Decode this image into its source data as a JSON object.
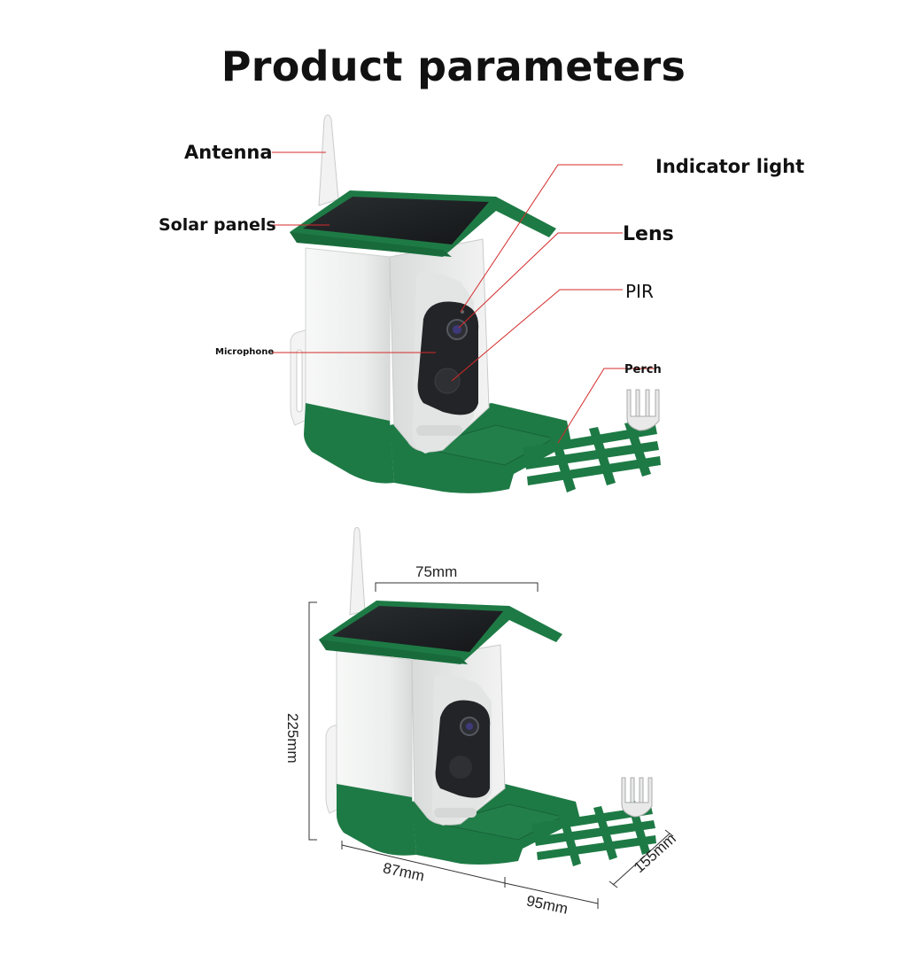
{
  "title": "Product parameters",
  "callouts": {
    "antenna": "Antenna",
    "solar_panels": "Solar panels",
    "microphone": "Microphone",
    "indicator_light": "Indicator light",
    "lens": "Lens",
    "pir": "PIR",
    "perch": "Perch"
  },
  "dimensions": {
    "width_top": "75mm",
    "height": "225mm",
    "depth_base": "87mm",
    "tray_length": "95mm",
    "tray_width": "155mm"
  },
  "colors": {
    "body_green": "#1e7a45",
    "shell_white": "#eef0ef",
    "callout_line": "#d42a2a",
    "solar_panel": "#1c1f22",
    "camera_black": "#222326"
  }
}
